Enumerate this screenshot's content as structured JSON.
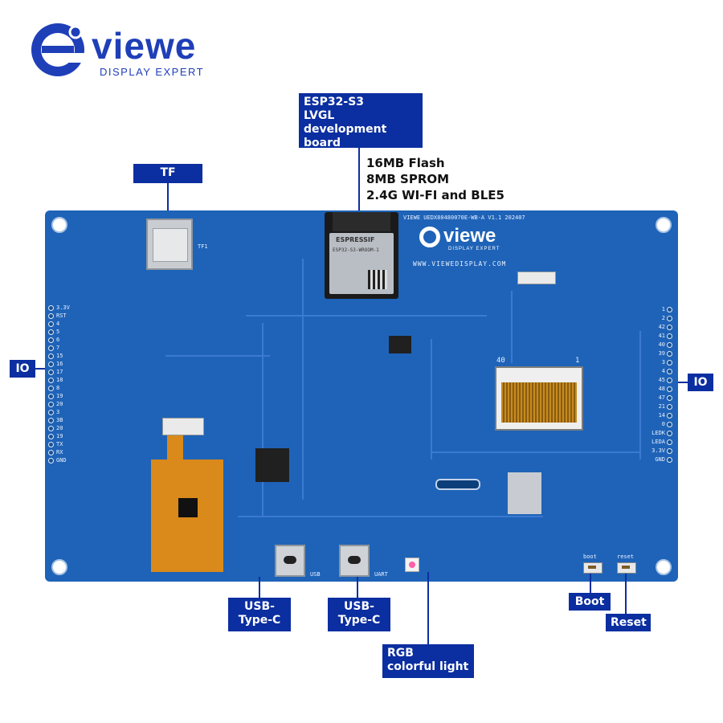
{
  "brand": {
    "logo_text": "viewe",
    "tagline": "DISPLAY EXPERT",
    "accent": "#1f3fb8"
  },
  "callouts": {
    "esp32": {
      "line1": "ESP32-S3",
      "line2": "LVGL",
      "line3": "development board"
    },
    "tf": "TF",
    "io_left": "IO",
    "io_right": "IO",
    "usb": {
      "line1": "USB-",
      "line2": "Type-C"
    },
    "uart": {
      "line1": "USB-",
      "line2": "Type-C"
    },
    "rgb": {
      "line1": "RGB",
      "line2": "colorful light"
    },
    "boot": "Boot",
    "reset": "Reset"
  },
  "specs": [
    "16MB  Flash",
    "8MB  SPROM",
    "2.4G WI-FI and BLE5"
  ],
  "board": {
    "model": "VIEWE UEDX80480070E-WB-A V1.1  202407",
    "logo_text": "viewe",
    "logo_tagline": "DISPLAY EXPERT",
    "website": "WWW.VIEWEDISPLAY.COM",
    "module_brand": "ESPRESSIF",
    "module_name": "ESP32-S3-WROOM-1",
    "left_header_pins": [
      "3.3V",
      "RST",
      "4",
      "5",
      "6",
      "7",
      "15",
      "16",
      "17",
      "18",
      "8",
      "19",
      "20",
      "3",
      "3B",
      "20",
      "19",
      "TX",
      "RX",
      "GND"
    ],
    "right_header_pins": [
      "1",
      "2",
      "42",
      "41",
      "40",
      "39",
      "3",
      "4",
      "45",
      "48",
      "47",
      "21",
      "14",
      "0",
      "LEDK",
      "LEDA",
      "3.3V",
      "GND"
    ],
    "usb_port_label": "USB",
    "uart_port_label": "UART",
    "boot_label": "boot",
    "reset_label": "reset",
    "fpc_pin_first": "40",
    "fpc_pin_last": "1"
  },
  "colors": {
    "board": "#1e63b8",
    "callout": "#0b2ea0",
    "flex": "#d98a1a"
  }
}
